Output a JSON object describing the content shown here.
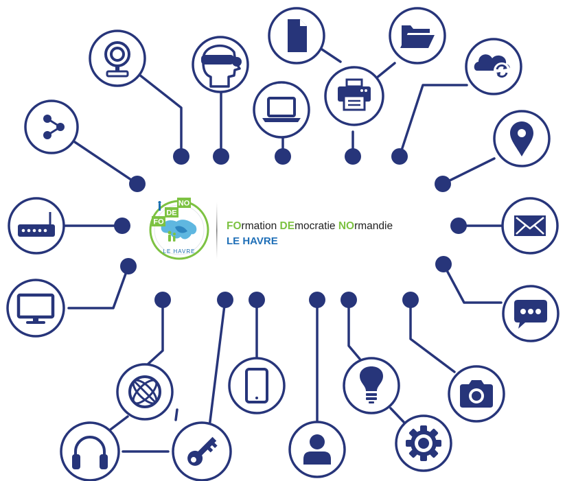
{
  "logo": {
    "tags": [
      "FO",
      "DE",
      "NO"
    ],
    "arc_text": "LE HAVRE"
  },
  "title": {
    "p1": "FO",
    "p2": "rmation ",
    "p3": "DE",
    "p4": "mocratie ",
    "p5": "NO",
    "p6": "rmandie",
    "line2": "LE HAVRE"
  },
  "colors": {
    "navy": "#27357a",
    "accent_green": "#7dc242",
    "accent_blue": "#1f6fb7"
  },
  "icons": [
    "share-icon",
    "router-icon",
    "monitor-icon",
    "webcam-icon",
    "vr-headset-icon",
    "laptop-icon",
    "document-icon",
    "folder-icon",
    "printer-icon",
    "cloud-sync-icon",
    "location-pin-icon",
    "mail-icon",
    "chat-icon",
    "camera-icon",
    "globe-icon",
    "headphones-icon",
    "key-icon",
    "tablet-icon",
    "lightbulb-icon",
    "user-icon",
    "gear-icon"
  ]
}
